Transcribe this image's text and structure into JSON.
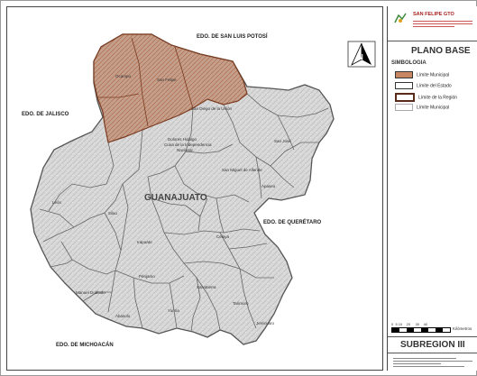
{
  "map": {
    "labels": {
      "san_luis": "EDO. DE SAN LUIS POTOSÍ",
      "jalisco": "EDO. DE JALISCO",
      "queretaro": "EDO. DE QUERÉTARO",
      "michoacan": "EDO. DE MICHOACÁN",
      "guanajuato": "GUANAJUATO"
    },
    "region_fill": "#c98663",
    "state_fill": "#d6d6d6"
  },
  "legend": {
    "header": "SAN FELIPE GTO",
    "title": "PLANO BASE",
    "simbologia": "SIMBOLOGIA",
    "items": [
      {
        "label": "Límite Municipal",
        "color": "#c98663"
      },
      {
        "label": "Límite del Estado",
        "color": "#ffffff"
      },
      {
        "label": "Límite de la Región",
        "color": "#ffffff"
      },
      {
        "label": "Límite Municipal",
        "color": "#ffffff"
      }
    ],
    "scale_unit": "Kilómetros",
    "subregion": "SUBREGION III"
  }
}
